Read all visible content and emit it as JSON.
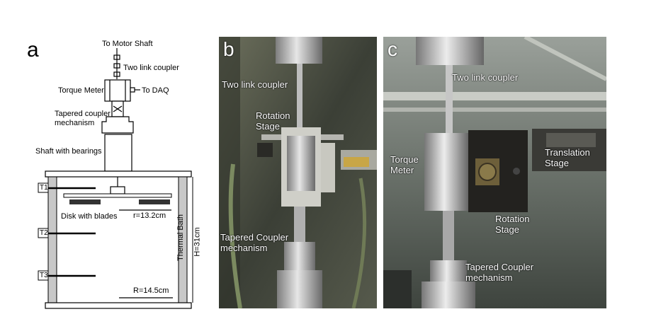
{
  "panel_a": {
    "letter": "a",
    "labels": {
      "motor_shaft": "To Motor Shaft",
      "two_link_coupler": "Two link coupler",
      "torque_meter": "Torque Meter",
      "to_daq": "To DAQ",
      "tapered_coupler_line1": "Tapered coupler",
      "tapered_coupler_line2": "mechanism",
      "shaft_with_bearings": "Shaft with bearings",
      "disk_with_blades": "Disk with blades",
      "disk_radius": "r=13.2cm",
      "thermal_bath": "Thermal Bath",
      "height": "H=31cm",
      "tank_radius": "R=14.5cm",
      "t1": "T1",
      "t2": "T2",
      "t3": "T3"
    }
  },
  "panel_b": {
    "letter": "b",
    "labels": {
      "two_link_coupler": "Two link coupler",
      "rotation_stage_line1": "Rotation",
      "rotation_stage_line2": "Stage",
      "tapered_line1": "Tapered Coupler",
      "tapered_line2": "mechanism"
    }
  },
  "panel_c": {
    "letter": "c",
    "labels": {
      "two_link_coupler": "Two link coupler",
      "torque_line1": "Torque",
      "torque_line2": "Meter",
      "translation_line1": "Translation",
      "translation_line2": "Stage",
      "rotation_line1": "Rotation",
      "rotation_line2": "Stage",
      "tapered_line1": "Tapered Coupler",
      "tapered_line2": "mechanism"
    }
  }
}
